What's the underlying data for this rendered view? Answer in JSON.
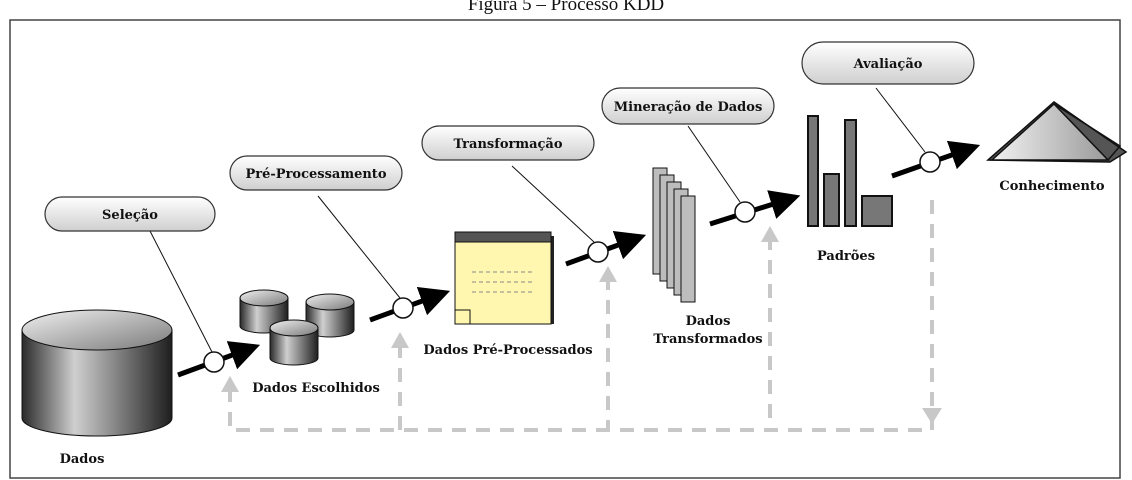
{
  "caption": "Figura 5 – Processo KDD",
  "steps": {
    "selecao": "Seleção",
    "preprocessamento": "Pré-Processamento",
    "transformacao": "Transformação",
    "mineracao": "Mineração de Dados",
    "avaliacao": "Avaliação"
  },
  "labels": {
    "dados": "Dados",
    "dados_escolhidos": "Dados Escolhidos",
    "dados_preprocessados": "Dados Pré-Processados",
    "dados_transformados_1": "Dados",
    "dados_transformados_2": "Transformados",
    "padroes": "Padrões",
    "conhecimento": "Conhecimento"
  },
  "colors": {
    "pill_fill": "#e6e6e6",
    "arrow": "#000000",
    "feedback": "#c8c8c8",
    "note": "#fff7b0"
  }
}
